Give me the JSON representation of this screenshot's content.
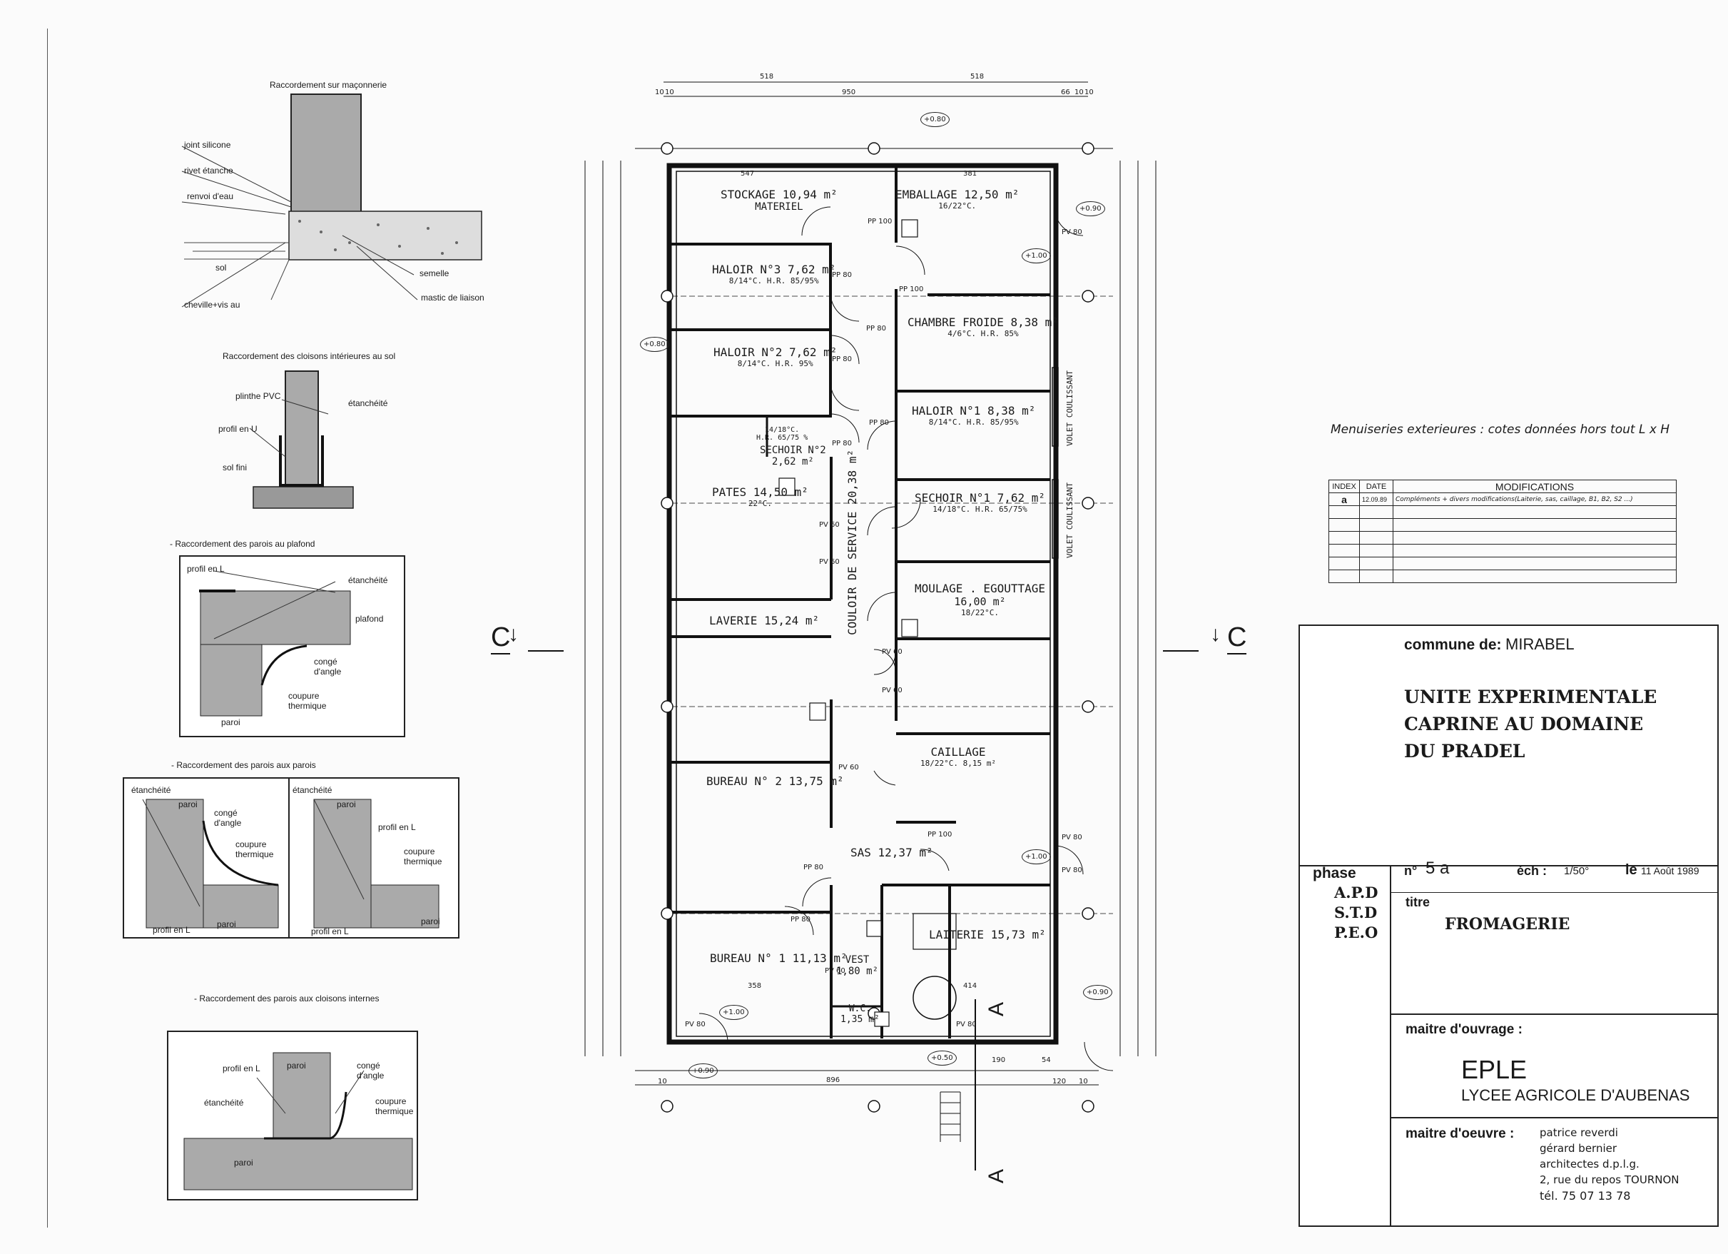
{
  "details": {
    "masonry": {
      "title": "Raccordement sur maçonnerie",
      "labels": [
        "joint silicone",
        "rivet étanche",
        "renvoi d'eau",
        "sol",
        "cheville+vis au",
        "semelle",
        "mastic de liaison"
      ]
    },
    "interior_partitions": {
      "title": "Raccordement des cloisons intérieures au sol",
      "labels": [
        "plinthe PVC",
        "étanchéité",
        "profil en U",
        "sol fini"
      ]
    },
    "ceiling": {
      "title": "- Raccordement des parois au plafond",
      "labels": [
        "profil en L",
        "étanchéité",
        "plafond",
        "congé d'angle",
        "coupure thermique",
        "paroi"
      ]
    },
    "walls": {
      "title": "- Raccordement des parois aux parois",
      "left_labels": [
        "étanchéité",
        "paroi",
        "congé d'angle",
        "coupure thermique",
        "profil en L",
        "paroi"
      ],
      "right_labels": [
        "étanchéité",
        "paroi",
        "profil en L",
        "coupure thermique",
        "profil en L",
        "paroi"
      ]
    },
    "internal_partitions": {
      "title": "- Raccordement des parois aux cloisons internes",
      "labels": [
        "profil en L",
        "paroi",
        "congé d'angle",
        "étanchéité",
        "coupure thermique",
        "paroi"
      ]
    }
  },
  "plan": {
    "section_left": "C",
    "section_right": "C",
    "section_bottom": "A",
    "top_dims": [
      "518",
      "518",
      "950",
      "66",
      "10",
      "10",
      "10",
      "10"
    ],
    "inner_top_dims": [
      "547",
      "381"
    ],
    "rooms": [
      {
        "name": "STOCKAGE  10,94 m²",
        "sub": "MATERIEL"
      },
      {
        "name": "EMBALLAGE  12,50 m²",
        "sub": "16/22°C."
      },
      {
        "name": "HALOIR N°3  7,62 m²",
        "sub": "8/14°C.   H.R. 85/95%"
      },
      {
        "name": "CHAMBRE FROIDE  8,38 m²",
        "sub": "4/6°C.   H.R. 85%"
      },
      {
        "name": "HALOIR N°2  7,62 m²",
        "sub": "8/14°C.   H.R. 95%"
      },
      {
        "name": "HALOIR N°1  8,38 m²",
        "sub": "8/14°C.   H.R. 85/95%"
      },
      {
        "name": "SECHOIR N°2",
        "sub": "2,62 m²"
      },
      {
        "name": "PATES  14,50 m²",
        "sub": "22°C."
      },
      {
        "name": "SECHOIR N°1  7,62 m²",
        "sub": "14/18°C.   H.R. 65/75%"
      },
      {
        "name": "MOULAGE . EGOUTTAGE",
        "sub": "16,00 m²"
      },
      {
        "name": "LAVERIE  15,24 m²",
        "sub": ""
      },
      {
        "name": "CAILLAGE",
        "sub": "18/22°C.  8,15 m²"
      },
      {
        "name": "BUREAU N° 2  13,75 m²",
        "sub": ""
      },
      {
        "name": "SAS  12,37 m²",
        "sub": ""
      },
      {
        "name": "LAITERIE  15,73 m²",
        "sub": ""
      },
      {
        "name": "BUREAU N° 1  11,13 m²",
        "sub": ""
      },
      {
        "name": "VEST",
        "sub": "1,80 m²"
      },
      {
        "name": "W.C.",
        "sub": "1,35 m²"
      }
    ],
    "sechoir2_temp": "14/18°C.\nH.R. 65/75 %",
    "moulage_temp": "18/22°C.",
    "corridor": "COULOIR DE SERVICE  20,38 m²",
    "shutter": "VOLET COULISSANT",
    "door_labels": [
      "PV 80",
      "PP 100",
      "PP 80",
      "PP 80",
      "PP 100",
      "PP 80",
      "PP 80",
      "PP 80",
      "PV 60",
      "PV 60",
      "PV 60",
      "PV 60",
      "PV 60",
      "PP 80",
      "PP 100",
      "PV 80",
      "PV 80",
      "PV 60",
      "PV 80",
      "PP 80",
      "PV 80"
    ],
    "levels": [
      "+0.80",
      "+0.90",
      "+1.00",
      "+0.80",
      "+1.00",
      "+1.00",
      "+0.90",
      "+0.90",
      "+0.50"
    ],
    "bottom_dims": [
      "896",
      "190",
      "54",
      "120",
      "10",
      "10",
      "358",
      "414"
    ],
    "right_note": "Menuiseries exterieures : cotes données hors tout L x H"
  },
  "index_table": {
    "headers": [
      "INDEX",
      "DATE",
      "MODIFICATIONS"
    ],
    "rows": [
      {
        "index": "a",
        "date": "12.09.89",
        "text": "Compléments + divers modifications(Laiterie, sas, caillage, B1, B2, S2 ...)"
      }
    ]
  },
  "title_block": {
    "commune_label": "commune de:",
    "commune": "MIRABEL",
    "project": [
      "UNITE EXPERIMENTALE",
      "CAPRINE AU DOMAINE",
      "DU PRADEL"
    ],
    "phase_label": "phase",
    "phases": [
      "A.P.D",
      "S.T.D",
      "P.E.O"
    ],
    "n_label": "n°",
    "n_value": "5 a",
    "ech_label": "éch :",
    "ech_value": "1/50°",
    "le_label": "le",
    "date": "11 Août 1989",
    "titre_label": "titre",
    "titre": "FROMAGERIE",
    "maitre_ouvrage_label": "maitre d'ouvrage :",
    "owner": [
      "EPLE",
      "LYCEE AGRICOLE D'AUBENAS"
    ],
    "maitre_oeuvre_label": "maitre d'oeuvre :",
    "architects": [
      "patrice reverdi",
      "gérard bernier",
      "architectes d.p.l.g.",
      "2, rue du repos  TOURNON",
      "tél. 75 07 13 78"
    ]
  }
}
